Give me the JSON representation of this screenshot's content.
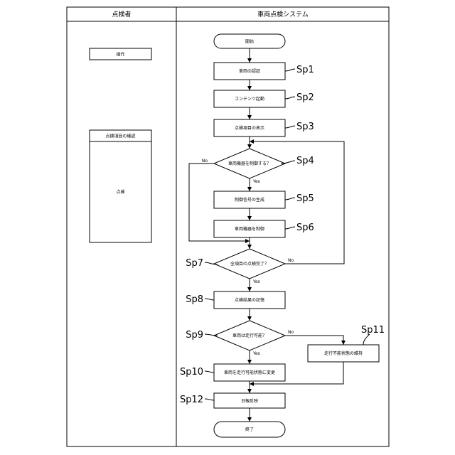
{
  "lanes": {
    "inspector": "点検者",
    "system": "車両点検システム"
  },
  "inspector": {
    "operate": "操作",
    "confirm_items": "点検項目の確認",
    "inspect": "点検"
  },
  "nodes": {
    "start": "開始",
    "vehicle_auth": "車両の認証",
    "content_start": "コンテンツ起動",
    "show_items": "点検項目の表示",
    "control_q": "車両機器を制御する？",
    "gen_signal": "制御信号の生成",
    "control_device": "車両機器を制御",
    "all_done_q": "全項目の点検完了？",
    "record": "点検結果の記憶",
    "runnable_q": "車両は走行可能？",
    "set_runnable": "車両を走行可能状態に変更",
    "keep_unrunnable": "走行不能状態の維持",
    "daily_report": "日報反映",
    "end": "終了"
  },
  "steps": {
    "sp1": "Sp1",
    "sp2": "Sp2",
    "sp3": "Sp3",
    "sp4": "Sp4",
    "sp5": "Sp5",
    "sp6": "Sp6",
    "sp7": "Sp7",
    "sp8": "Sp8",
    "sp9": "Sp9",
    "sp10": "Sp10",
    "sp11": "Sp11",
    "sp12": "Sp12"
  },
  "labels": {
    "yes": "Yes",
    "no": "No"
  }
}
